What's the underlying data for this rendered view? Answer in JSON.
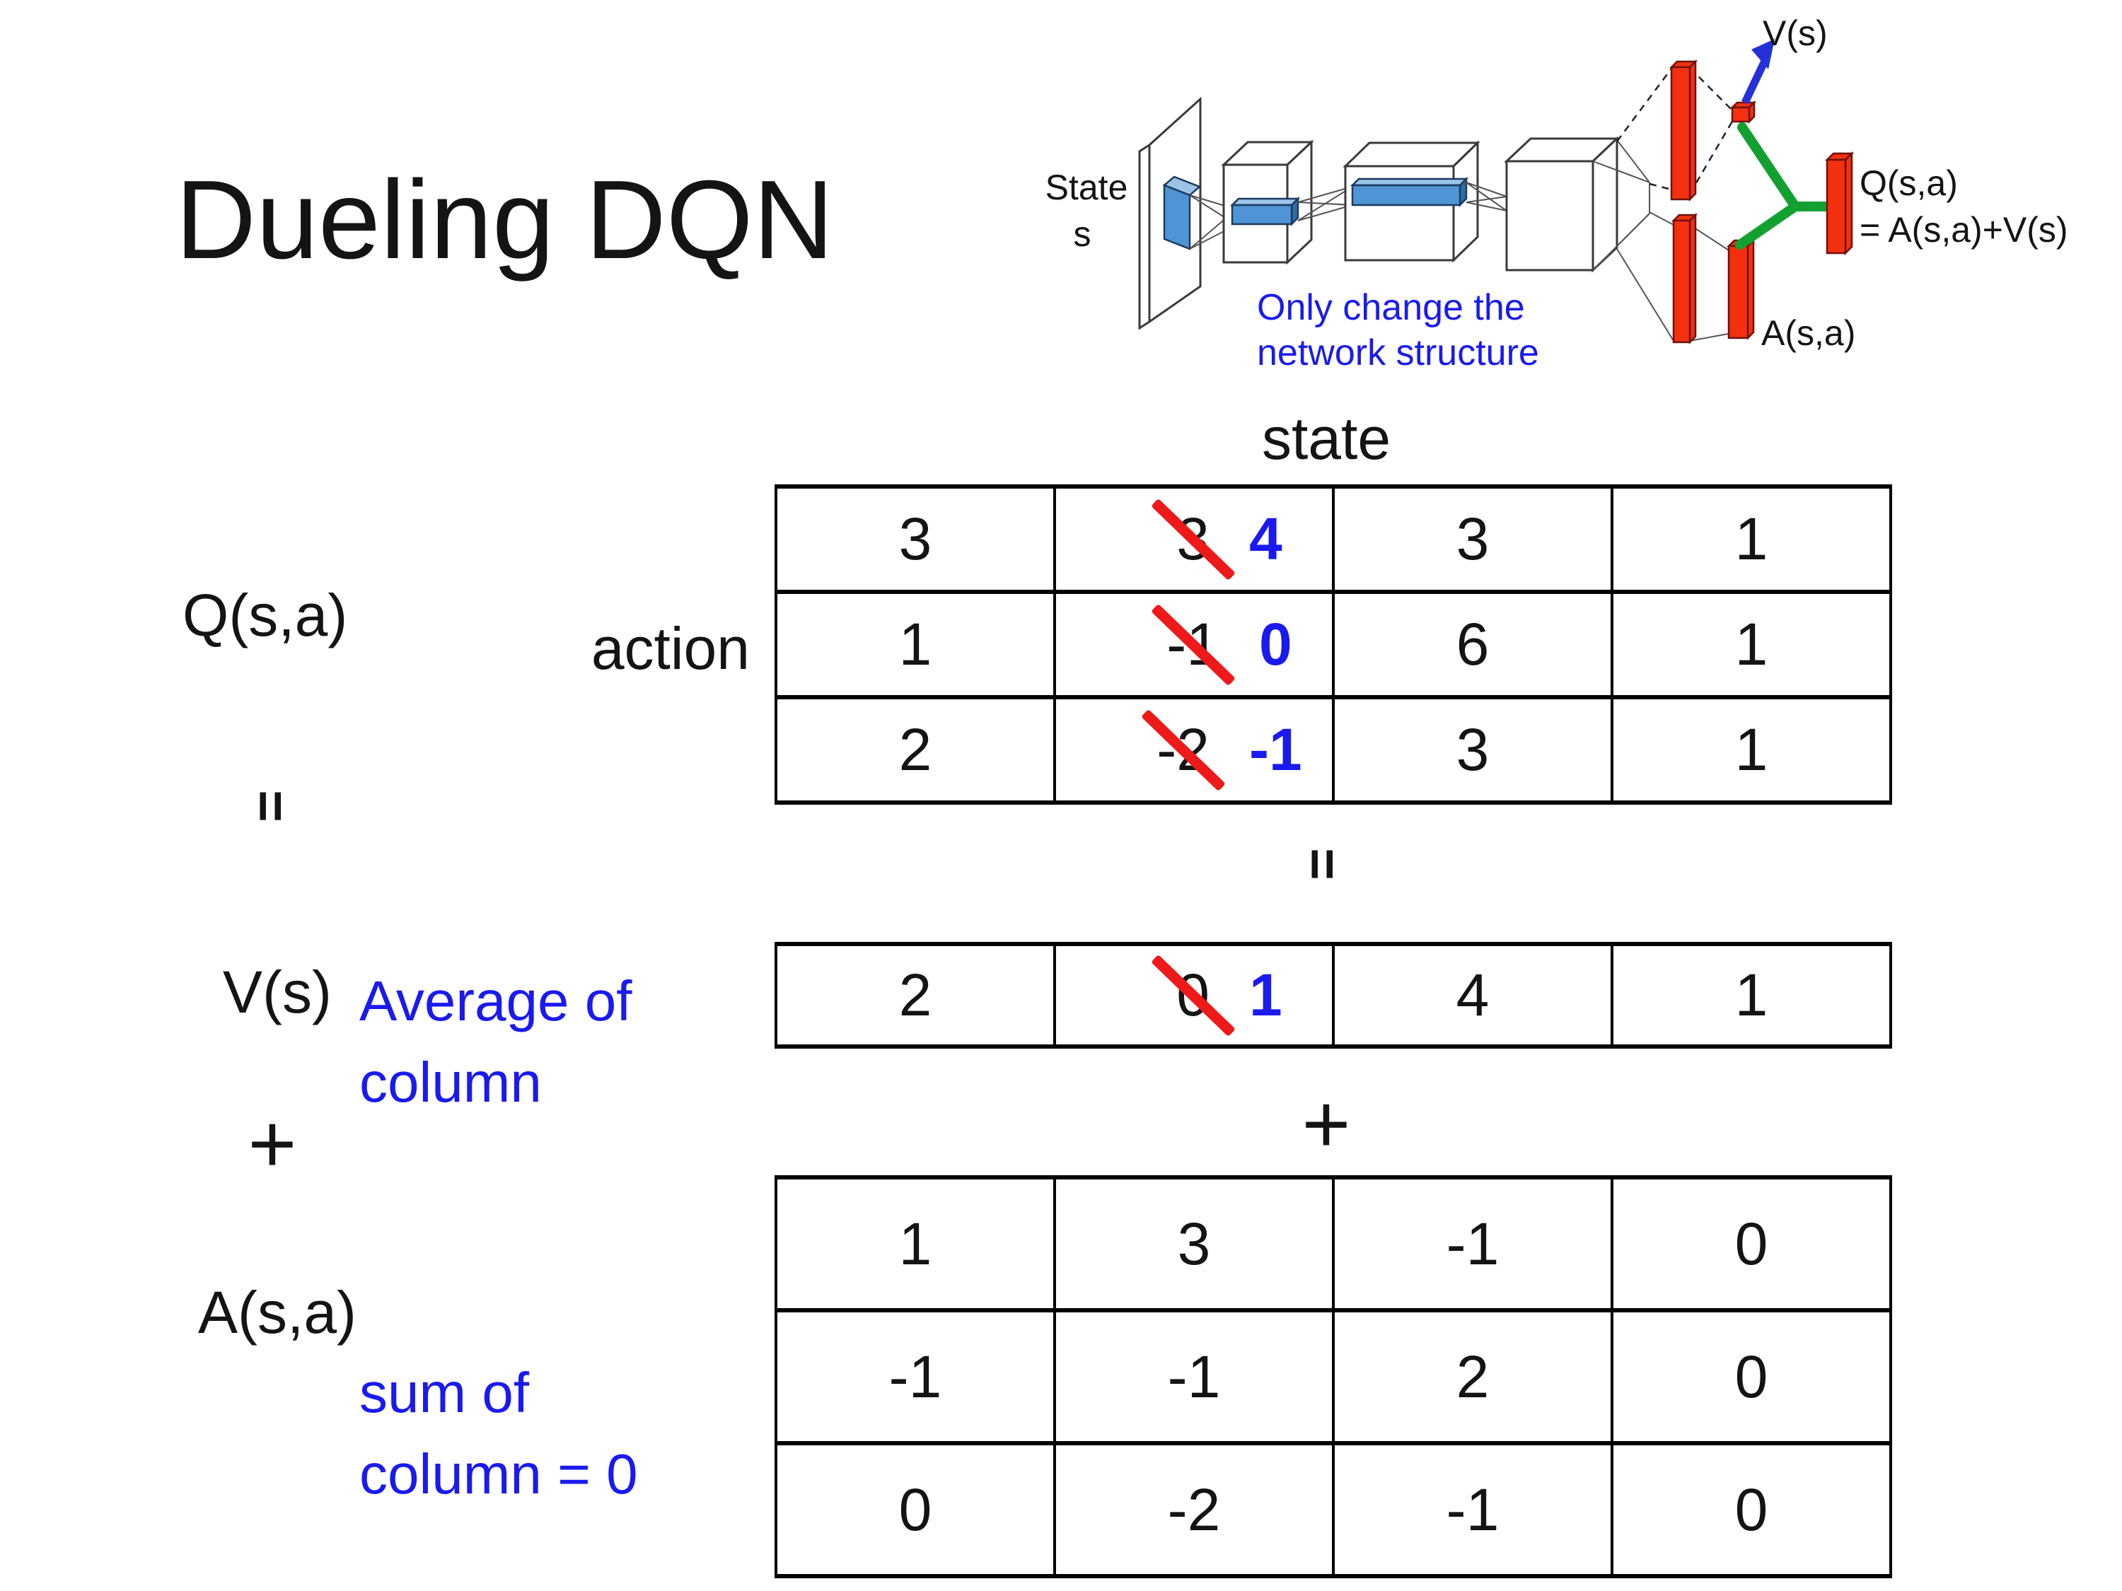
{
  "slide": {
    "title": "Dueling DQN"
  },
  "colors": {
    "ink": "#141414",
    "note_blue": "#1a1af0",
    "strike_red": "#ee1919",
    "bar_red": "#f5300e",
    "bar_edge": "#6d120a",
    "green": "#12a130",
    "arrow_blue": "#2431d8",
    "slab_front": "#4f94d4",
    "slab_top": "#9cc3e8",
    "slab_end": "#2e6da4",
    "slab_stroke": "#1c3a5e",
    "wire": "#3a3a3a"
  },
  "diagram": {
    "state_line1": "State",
    "state_line2": "s",
    "note_line1": "Only change the",
    "note_line2": "network structure",
    "v_out_label": "V(s)",
    "a_out_label": "A(s,a)",
    "q_out_line1": "Q(s,a)",
    "q_out_line2": "= A(s,a)+V(s)"
  },
  "matrix_section": {
    "state_header": "state",
    "action_header": "action",
    "q_label": "Q(s,a)",
    "equals_left": "=",
    "equals_mid": "=",
    "v_label": "V(s)",
    "plus_left": "+",
    "plus_mid": "+",
    "a_label": "A(s,a)",
    "v_note_line1": "Average of",
    "v_note_line2": "column",
    "a_note_line1": "sum of",
    "a_note_line2": "column = 0",
    "q_table_rows": [
      [
        {
          "v": "3"
        },
        {
          "old": "3",
          "new": "4"
        },
        {
          "v": "3"
        },
        {
          "v": "1"
        }
      ],
      [
        {
          "v": "1"
        },
        {
          "old": "-1",
          "new": "0"
        },
        {
          "v": "6"
        },
        {
          "v": "1"
        }
      ],
      [
        {
          "v": "2"
        },
        {
          "old": "-2",
          "new": "-1"
        },
        {
          "v": "3"
        },
        {
          "v": "1"
        }
      ]
    ],
    "v_table_rows": [
      [
        {
          "v": "2"
        },
        {
          "old": "0",
          "new": "1"
        },
        {
          "v": "4"
        },
        {
          "v": "1"
        }
      ]
    ],
    "a_table_rows": [
      [
        {
          "v": "1"
        },
        {
          "v": "3"
        },
        {
          "v": "-1"
        },
        {
          "v": "0"
        }
      ],
      [
        {
          "v": "-1"
        },
        {
          "v": "-1"
        },
        {
          "v": "2"
        },
        {
          "v": "0"
        }
      ],
      [
        {
          "v": "0"
        },
        {
          "v": "-2"
        },
        {
          "v": "-1"
        },
        {
          "v": "0"
        }
      ]
    ]
  }
}
